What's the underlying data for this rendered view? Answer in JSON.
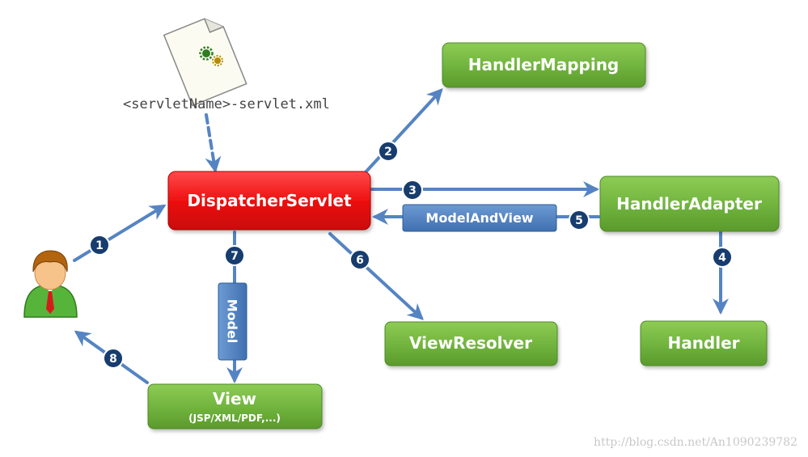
{
  "config_file": {
    "label": "<servletName>-servlet.xml"
  },
  "nodes": {
    "dispatcher": {
      "label": "DispatcherServlet"
    },
    "handler_mapping": {
      "label": "HandlerMapping"
    },
    "handler_adapter": {
      "label": "HandlerAdapter"
    },
    "handler": {
      "label": "Handler"
    },
    "view_resolver": {
      "label": "ViewResolver"
    },
    "view": {
      "label": "View",
      "sublabel": "(JSP/XML/PDF,...)"
    }
  },
  "tags": {
    "model_and_view": "ModelAndView",
    "model": "Model"
  },
  "steps": [
    "1",
    "2",
    "3",
    "4",
    "5",
    "6",
    "7",
    "8"
  ],
  "watermark": "http://blog.csdn.net/An1090239782",
  "colors": {
    "dispatcher": "#ee1111",
    "green": "#6fb03a",
    "arrow": "#5584c2",
    "tag": "#4d7fbf",
    "badge": "#173c6e"
  }
}
